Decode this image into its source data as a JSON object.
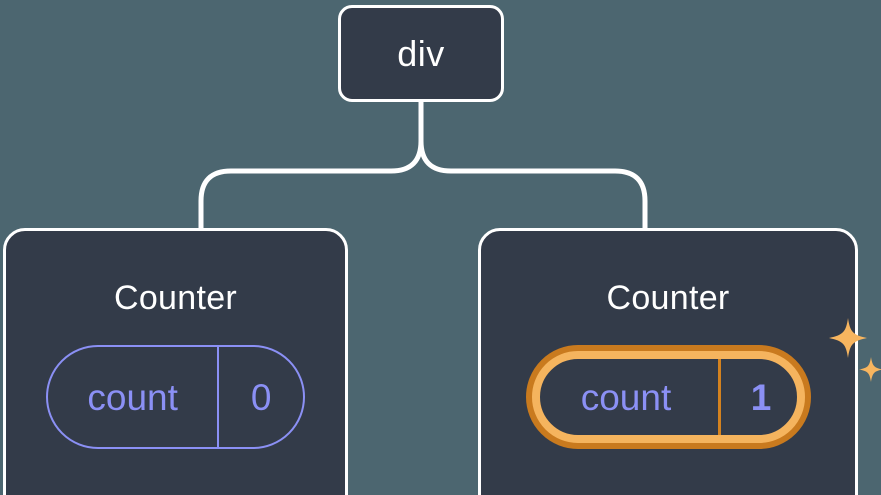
{
  "canvas": {
    "background_color": "#4c6670",
    "node_fill_color": "#333b49",
    "node_border_color": "#ffffff",
    "edge_color": "#ffffff",
    "title_color": "#ffffff",
    "pill_color": "#8b90f5",
    "highlight_outer_color": "#c97a1e",
    "highlight_inner_color": "#f5b45e",
    "sparkle_color": "#f7b55f"
  },
  "tree": {
    "root": {
      "label": "div"
    },
    "children": [
      {
        "title": "Counter",
        "state": {
          "key": "count",
          "value": "0"
        },
        "highlighted": false
      },
      {
        "title": "Counter",
        "state": {
          "key": "count",
          "value": "1"
        },
        "highlighted": true,
        "sparkle_count": 2
      }
    ]
  }
}
